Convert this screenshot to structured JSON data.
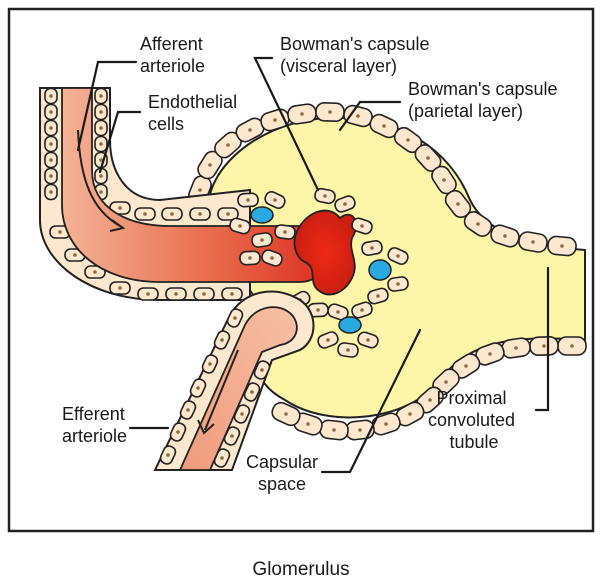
{
  "diagram": {
    "caption": "Glomerulus",
    "labels": {
      "afferent_arteriole": [
        "Afferent",
        "arteriole"
      ],
      "endothelial_cells": [
        "Endothelial",
        "cells"
      ],
      "bowmans_visceral": [
        "Bowman's capsule",
        "(visceral layer)"
      ],
      "bowmans_parietal": [
        "Bowman's capsule",
        "(parietal layer)"
      ],
      "efferent_arteriole": [
        "Efferent",
        "arteriole"
      ],
      "capsular_space": [
        "Capsular",
        "space"
      ],
      "proximal_tubule": [
        "Proximal",
        "convoluted",
        "tubule"
      ]
    },
    "colors": {
      "background": "#ffffff",
      "frame": "#222222",
      "capsule_fill": "#fdf6a8",
      "cell_fill": "#fbe8cf",
      "vessel_light": "#f3a98a",
      "vessel_dark": "#d8321e",
      "capillary_blue": "#29a9e0",
      "nucleus": "#8a6a45"
    }
  }
}
